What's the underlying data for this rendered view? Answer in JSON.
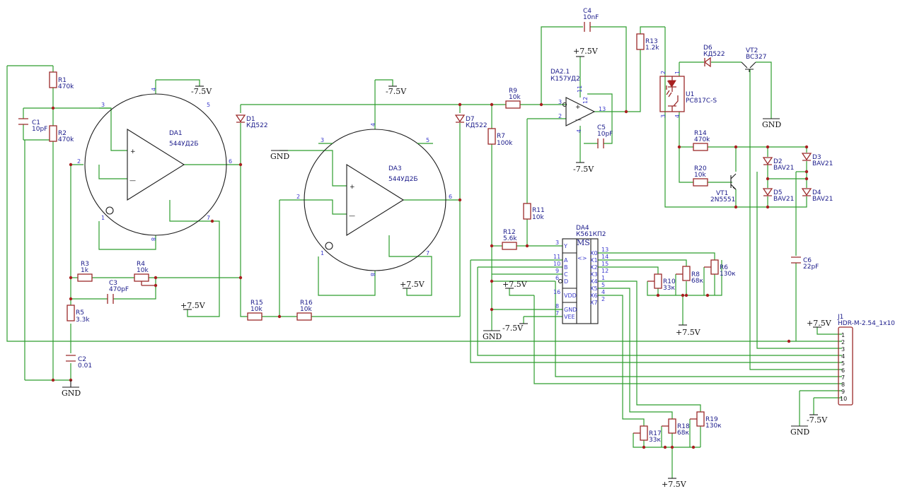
{
  "components": {
    "R1": {
      "ref": "R1",
      "value": "470k"
    },
    "R2": {
      "ref": "R2",
      "value": "470k"
    },
    "C1": {
      "ref": "C1",
      "value": "10pF"
    },
    "DA1": {
      "ref": "DA1",
      "value": "544УД2Б"
    },
    "D1": {
      "ref": "D1",
      "value": "КД522"
    },
    "DA3": {
      "ref": "DA3",
      "value": "544УД2Б"
    },
    "D7": {
      "ref": "D7",
      "value": "КД522"
    },
    "R3": {
      "ref": "R3",
      "value": "1k"
    },
    "R4": {
      "ref": "R4",
      "value": "10k"
    },
    "C3": {
      "ref": "C3",
      "value": "470pF"
    },
    "R5": {
      "ref": "R5",
      "value": "3.3k"
    },
    "C2": {
      "ref": "C2",
      "value": "0.01"
    },
    "R15": {
      "ref": "R15",
      "value": "10k"
    },
    "R16": {
      "ref": "R16",
      "value": "10k"
    },
    "R7": {
      "ref": "R7",
      "value": "100k"
    },
    "R9": {
      "ref": "R9",
      "value": "10k"
    },
    "C4": {
      "ref": "C4",
      "value": "10nF"
    },
    "DA21": {
      "ref": "DA2.1",
      "value": "К157УД2"
    },
    "C5": {
      "ref": "C5",
      "value": "10pF"
    },
    "R11": {
      "ref": "R11",
      "value": "10k"
    },
    "R12": {
      "ref": "R12",
      "value": "5.6k"
    },
    "DA4": {
      "ref": "DA4",
      "value": "К561КП2"
    },
    "R13": {
      "ref": "R13",
      "value": "1.2k"
    },
    "D6": {
      "ref": "D6",
      "value": "КД522"
    },
    "VT2": {
      "ref": "VT2",
      "value": "BC327"
    },
    "U1": {
      "ref": "U1",
      "value": "PC817C-S"
    },
    "R14": {
      "ref": "R14",
      "value": "470k"
    },
    "R20": {
      "ref": "R20",
      "value": "10k"
    },
    "VT1": {
      "ref": "VT1",
      "value": "2N5551"
    },
    "D2": {
      "ref": "D2",
      "value": "BAV21"
    },
    "D3": {
      "ref": "D3",
      "value": "BAV21"
    },
    "D5": {
      "ref": "D5",
      "value": "BAV21"
    },
    "D4": {
      "ref": "D4",
      "value": "BAV21"
    },
    "C6": {
      "ref": "C6",
      "value": "22pF"
    },
    "R10": {
      "ref": "R10",
      "value": "33к"
    },
    "R8": {
      "ref": "R8",
      "value": "68к"
    },
    "R6": {
      "ref": "R6",
      "value": "130к"
    },
    "R17": {
      "ref": "R17",
      "value": "33к"
    },
    "R18": {
      "ref": "R18",
      "value": "68к"
    },
    "R19": {
      "ref": "R19",
      "value": "130к"
    },
    "J1": {
      "ref": "J1",
      "value": "HDR-M-2.54_1x10"
    }
  },
  "power": {
    "gnd": "GND",
    "vpos": "+7.5V",
    "vneg": "-7.5V"
  },
  "mux": {
    "ms": "MS",
    "sym": "<>",
    "y": "Y",
    "a": "A",
    "b": "B",
    "c": "C",
    "d": "D",
    "vdd": "VDD",
    "gnd": "GND",
    "vee": "VEE",
    "x0": "X0",
    "x1": "X1",
    "x2": "X2",
    "x3": "X3",
    "x4": "X4",
    "x5": "X5",
    "x6": "X6",
    "x7": "X7",
    "lp": [
      "3",
      "11",
      "10",
      "9",
      "6",
      "16",
      "8",
      "7"
    ],
    "rp": [
      "13",
      "14",
      "15",
      "12",
      "1",
      "5",
      "4",
      "2"
    ]
  },
  "pins": {
    "da1": [
      "3",
      "4",
      "5",
      "2",
      "6",
      "1",
      "7",
      "8"
    ],
    "da3": [
      "3",
      "4",
      "5",
      "2",
      "6",
      "1",
      "7",
      "8"
    ],
    "da2": [
      "11",
      "3",
      "2",
      "13",
      "4",
      "12"
    ],
    "u1": [
      "2",
      "1",
      "3",
      "4"
    ],
    "j1": [
      "1",
      "2",
      "3",
      "4",
      "5",
      "6",
      "7",
      "8",
      "9",
      "10"
    ]
  },
  "opamp": {
    "plus": "+",
    "minus": "—"
  }
}
